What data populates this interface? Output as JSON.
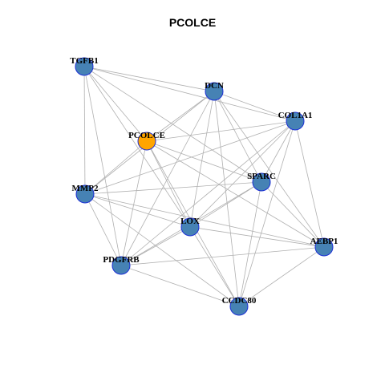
{
  "title": "PCOLCE",
  "colors": {
    "hub": "#FFA500",
    "node": "#4682B4",
    "node_border": "#1C2FD6",
    "edge": "#B0B0B0"
  },
  "nodes": [
    {
      "id": "TGFB1",
      "label": "TGFB1",
      "hub": false
    },
    {
      "id": "DCN",
      "label": "DCN",
      "hub": false
    },
    {
      "id": "COL1A1",
      "label": "COL1A1",
      "hub": false
    },
    {
      "id": "PCOLCE",
      "label": "PCOLCE",
      "hub": true
    },
    {
      "id": "SPARC",
      "label": "SPARC",
      "hub": false
    },
    {
      "id": "MMP2",
      "label": "MMP2",
      "hub": false
    },
    {
      "id": "LOX",
      "label": "LOX",
      "hub": false
    },
    {
      "id": "AEBP1",
      "label": "AEBP1",
      "hub": false
    },
    {
      "id": "PDGFRB",
      "label": "PDGFRB",
      "hub": false
    },
    {
      "id": "CCDC80",
      "label": "CCDC80",
      "hub": false
    }
  ],
  "edges": [
    [
      "TGFB1",
      "DCN"
    ],
    [
      "TGFB1",
      "COL1A1"
    ],
    [
      "TGFB1",
      "PCOLCE"
    ],
    [
      "TGFB1",
      "SPARC"
    ],
    [
      "TGFB1",
      "MMP2"
    ],
    [
      "TGFB1",
      "LOX"
    ],
    [
      "TGFB1",
      "PDGFRB"
    ],
    [
      "DCN",
      "COL1A1"
    ],
    [
      "DCN",
      "PCOLCE"
    ],
    [
      "DCN",
      "SPARC"
    ],
    [
      "DCN",
      "MMP2"
    ],
    [
      "DCN",
      "LOX"
    ],
    [
      "DCN",
      "AEBP1"
    ],
    [
      "DCN",
      "PDGFRB"
    ],
    [
      "DCN",
      "CCDC80"
    ],
    [
      "COL1A1",
      "PCOLCE"
    ],
    [
      "COL1A1",
      "SPARC"
    ],
    [
      "COL1A1",
      "MMP2"
    ],
    [
      "COL1A1",
      "LOX"
    ],
    [
      "COL1A1",
      "AEBP1"
    ],
    [
      "COL1A1",
      "PDGFRB"
    ],
    [
      "COL1A1",
      "CCDC80"
    ],
    [
      "PCOLCE",
      "SPARC"
    ],
    [
      "PCOLCE",
      "MMP2"
    ],
    [
      "PCOLCE",
      "LOX"
    ],
    [
      "PCOLCE",
      "PDGFRB"
    ],
    [
      "PCOLCE",
      "CCDC80"
    ],
    [
      "PCOLCE",
      "AEBP1"
    ],
    [
      "SPARC",
      "MMP2"
    ],
    [
      "SPARC",
      "LOX"
    ],
    [
      "SPARC",
      "AEBP1"
    ],
    [
      "SPARC",
      "PDGFRB"
    ],
    [
      "SPARC",
      "CCDC80"
    ],
    [
      "MMP2",
      "LOX"
    ],
    [
      "MMP2",
      "PDGFRB"
    ],
    [
      "MMP2",
      "CCDC80"
    ],
    [
      "MMP2",
      "AEBP1"
    ],
    [
      "LOX",
      "AEBP1"
    ],
    [
      "LOX",
      "PDGFRB"
    ],
    [
      "LOX",
      "CCDC80"
    ],
    [
      "AEBP1",
      "PDGFRB"
    ],
    [
      "AEBP1",
      "CCDC80"
    ],
    [
      "PDGFRB",
      "CCDC80"
    ]
  ]
}
